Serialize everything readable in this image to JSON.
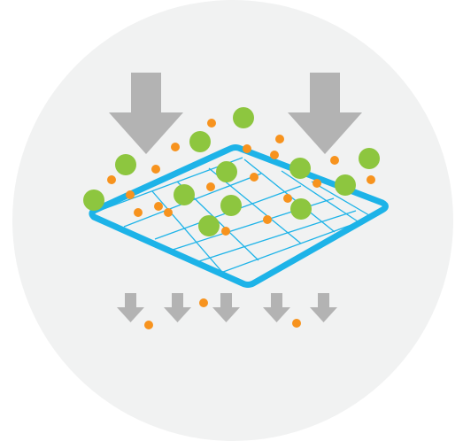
{
  "illustration": {
    "subject": "filtration",
    "colors": {
      "background_circle": "#F1F2F2",
      "filter_frame": "#1DB3E8",
      "filter_grid": "#1DB3E8",
      "arrow": "#B3B3B3",
      "large_particle": "#8DC63F",
      "small_particle": "#F7931E"
    },
    "icons": {
      "large_arrows": "arrow-down-icon",
      "small_arrows": "arrow-down-icon",
      "filter": "filter-mesh-icon"
    },
    "counts": {
      "large_arrows": 2,
      "small_arrows": 5,
      "large_particles": 13,
      "small_particles": 23
    }
  }
}
